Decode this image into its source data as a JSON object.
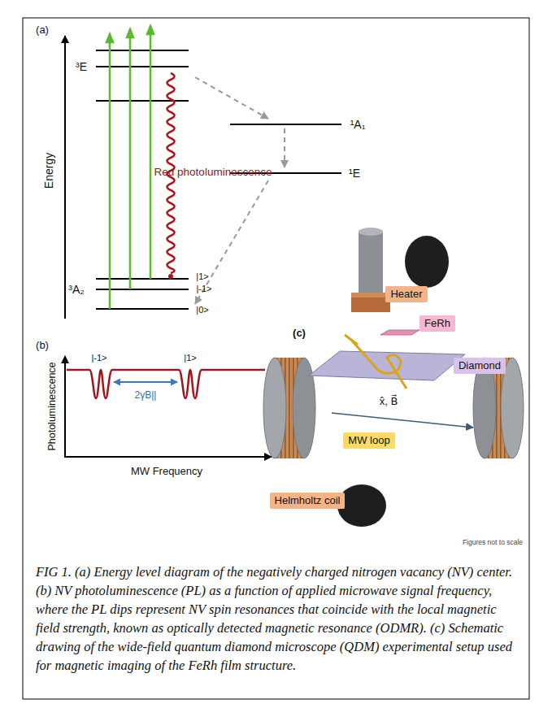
{
  "diagram": {
    "caption": "FIG 1. (a) Energy level diagram of the negatively charged nitrogen vacancy (NV) center. (b) NV photoluminescence (PL) as a function of applied microwave signal frequency, where the PL dips represent NV spin resonances that coincide with the local magnetic field strength, known as optically detected magnetic resonance (ODMR). (c) Schematic drawing of the wide-field quantum diamond microscope (QDM) experimental setup used for magnetic imaging of the FeRh film structure.",
    "nodes": [
      {
        "text": [
          "Heater"
        ]
      },
      {
        "text": [
          "FeRh"
        ]
      },
      {
        "text": [
          "Diamond"
        ]
      },
      {
        "text": [
          "MW loop"
        ]
      },
      {
        "text": [
          "Helmholtz coil"
        ]
      }
    ],
    "labels": [
      "(a)",
      "Energy",
      "³E",
      "Red photoluminescence",
      "¹A₁",
      "¹E",
      "³A₂",
      "|1>",
      "|-1>",
      "|0>",
      "(b)",
      "Photoluminescence",
      "|-1>",
      "|1>",
      "2γB||",
      "MW Frequency",
      "(c)",
      "x̂, B⃗",
      "Figures not to scale"
    ]
  }
}
